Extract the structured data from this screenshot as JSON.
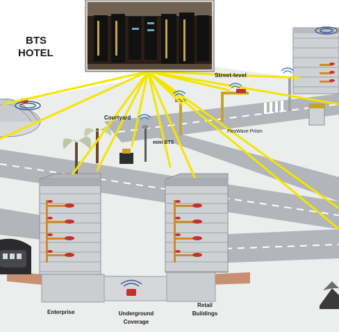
{
  "labels": {
    "bts_hotel_line1": "BTS",
    "bts_hotel_line2": "HOTEL",
    "street_level": "Street-level",
    "courtyard": "Courtyard",
    "mini_bts": "mini BTS",
    "flexiwave_prism": "FlexWave Prism",
    "enterprise": "Enterprise",
    "underground_line1": "Underground",
    "underground_line2": "Coverage",
    "retail_line1": "Retail",
    "retail_line2": "Buildings"
  },
  "colors": {
    "link": "#f2e600",
    "road": "#a9acb0",
    "ground": "#e6e7e9",
    "building": "#c7cacd",
    "antenna_red": "#c8302a",
    "server_room": "#2a1e16",
    "tree": "#b9c8a4"
  },
  "icons": [
    "server-room-photo",
    "stadium-dome",
    "wifi-antenna",
    "street-lamp",
    "palm-tree",
    "bus-tunnel",
    "house",
    "underground-antenna"
  ]
}
